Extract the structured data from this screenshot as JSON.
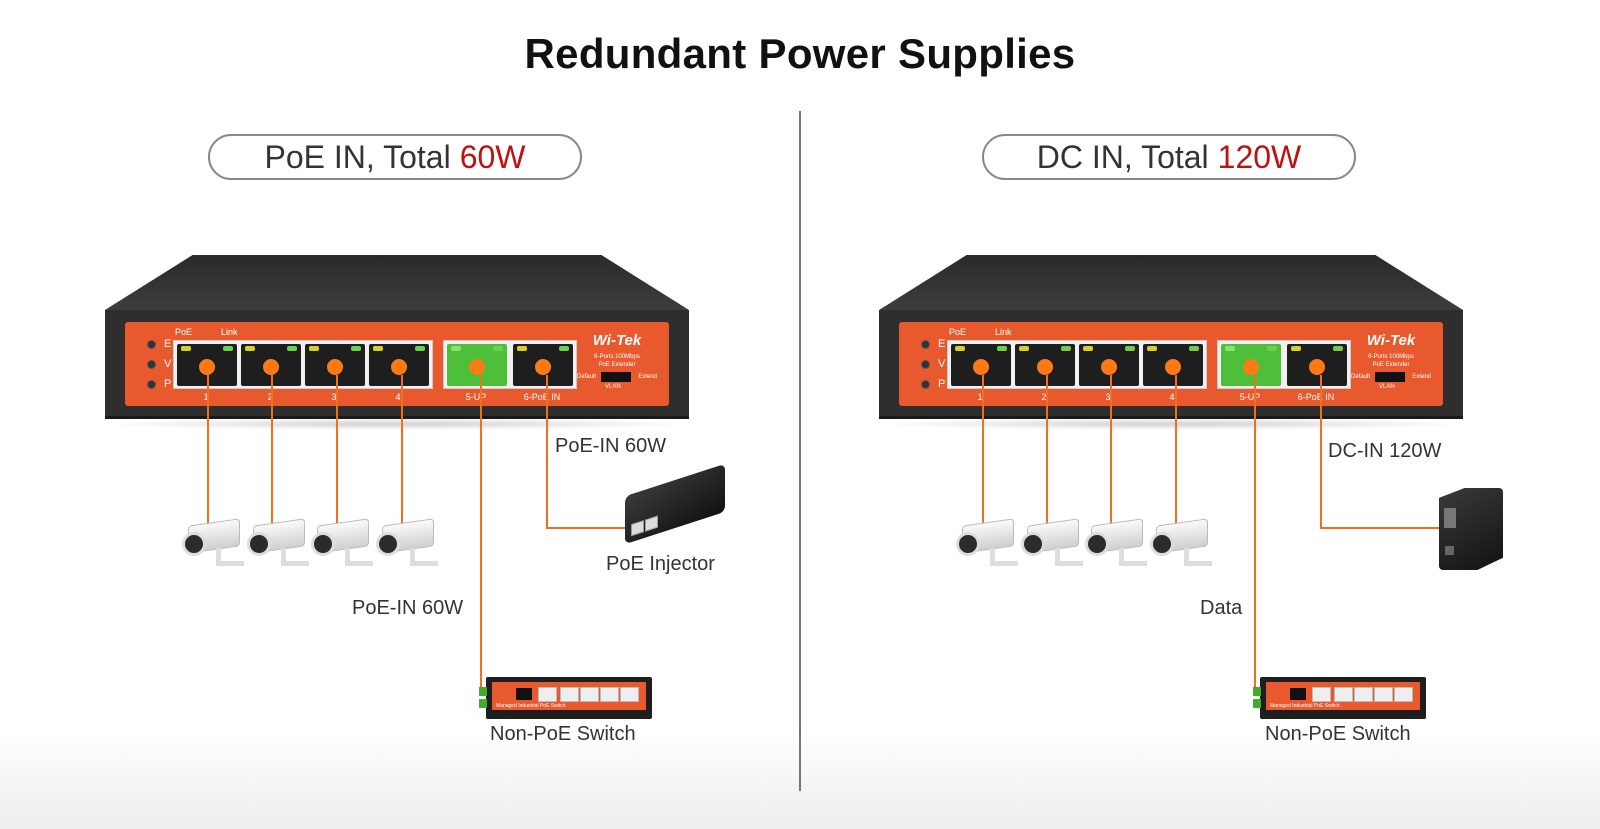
{
  "title": "Redundant Power Supplies",
  "colors": {
    "accent_red": "#c01010",
    "wire": "#f07020",
    "faceplate": "#e85a2d",
    "uplink_port": "#4dbf3a"
  },
  "panels": [
    {
      "heading_prefix": "PoE IN, Total",
      "heading_value": "60W",
      "switch": {
        "brand": "Wi-Tek",
        "description_line1": "6-Ports 100Mbps",
        "description_line2": "PoE Extender",
        "led_labels": [
          "E",
          "V",
          "P"
        ],
        "header_poe": "PoE",
        "header_link": "Link",
        "ports": [
          "1",
          "2",
          "3",
          "4",
          "5-UP",
          "6-PoE IN"
        ],
        "vlan_default": "Default",
        "vlan_extend": "Extend",
        "vlan_label": "VLAN"
      },
      "input_label": "PoE-IN 60W",
      "input_device": "PoE Injector",
      "uplink_label": "PoE-IN 60W",
      "uplink_device": "Non-PoE Switch",
      "uplink_device_text": "Managed Industrial PoE Switch",
      "cameras": 4
    },
    {
      "heading_prefix": "DC IN, Total",
      "heading_value": "120W",
      "switch": {
        "brand": "Wi-Tek",
        "description_line1": "6-Ports 100Mbps",
        "description_line2": "PoE Extender",
        "led_labels": [
          "E",
          "V",
          "P"
        ],
        "header_poe": "PoE",
        "header_link": "Link",
        "ports": [
          "1",
          "2",
          "3",
          "4",
          "5-UP",
          "6-PoE IN"
        ],
        "vlan_default": "Default",
        "vlan_extend": "Extend",
        "vlan_label": "VLAN"
      },
      "input_label": "DC-IN 120W",
      "input_device": "",
      "uplink_label": "Data",
      "uplink_device": "Non-PoE Switch",
      "uplink_device_text": "Managed Industrial PoE Switch",
      "cameras": 4
    }
  ]
}
